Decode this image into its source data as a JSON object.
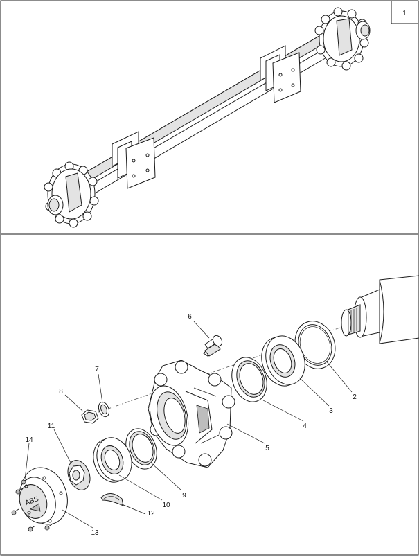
{
  "panel_top": {
    "figure_number": "1"
  },
  "callouts": [
    {
      "id": "1",
      "label": "2"
    },
    {
      "id": "2",
      "label": "3"
    },
    {
      "id": "3",
      "label": "4"
    },
    {
      "id": "4",
      "label": "5"
    },
    {
      "id": "5",
      "label": "6"
    },
    {
      "id": "6",
      "label": "7"
    },
    {
      "id": "7",
      "label": "8"
    },
    {
      "id": "8",
      "label": "9"
    },
    {
      "id": "9",
      "label": "10"
    },
    {
      "id": "10",
      "label": "11"
    },
    {
      "id": "11",
      "label": "12"
    },
    {
      "id": "12",
      "label": "13"
    },
    {
      "id": "13",
      "label": "14"
    }
  ],
  "hub_cap_mark": "ABS"
}
